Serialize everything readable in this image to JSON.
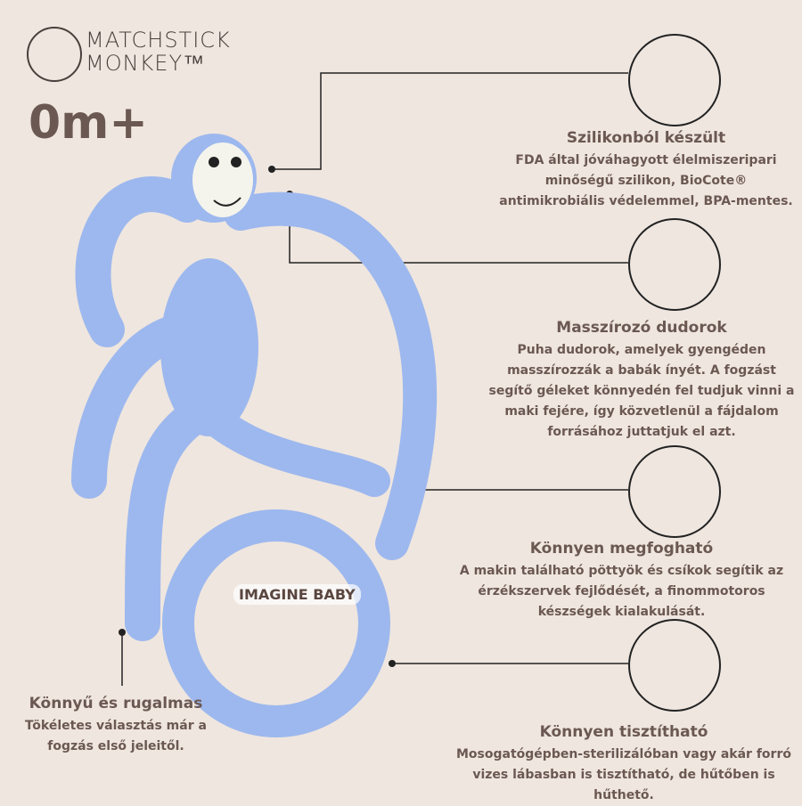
{
  "brand": {
    "name_line1": "MATCHSTICK",
    "name_line2": "MONKEY™"
  },
  "age": "0m+",
  "watermark": "IMAGINE BABY",
  "features": [
    {
      "title": "Szilikonból készült",
      "text": "FDA által jóváhagyott élelmiszeripari minőségű szilikon, BioCote® antimikrobiális védelemmel, BPA-mentes."
    },
    {
      "title": "Masszírozó dudorok",
      "text": "Puha dudorok, amelyek gyengéden masszírozzák a babák ínyét. A fogzást segítő géleket könnyedén fel tudjuk vinni a maki fejére, így közvetlenül a fájdalom forrásához juttatjuk el azt."
    },
    {
      "title": "Könnyen megfogható",
      "text": "A makin található pöttyök és csíkok segítik az érzékszervek fejlődését, a finommotoros készségek kialakulását."
    },
    {
      "title": "Könnyen tisztítható",
      "text": "Mosogatógépben-sterilizálóban vagy akár forró vizes lábasban is tisztítható, de hűtőben is hűthető."
    },
    {
      "title": "Könnyű és rugalmas",
      "text": "Tökéletes választás már a fogzás első jeleitől."
    }
  ],
  "colors": {
    "toy": "#9db8ee",
    "background": "#efe6df",
    "text": "#6b5853"
  }
}
